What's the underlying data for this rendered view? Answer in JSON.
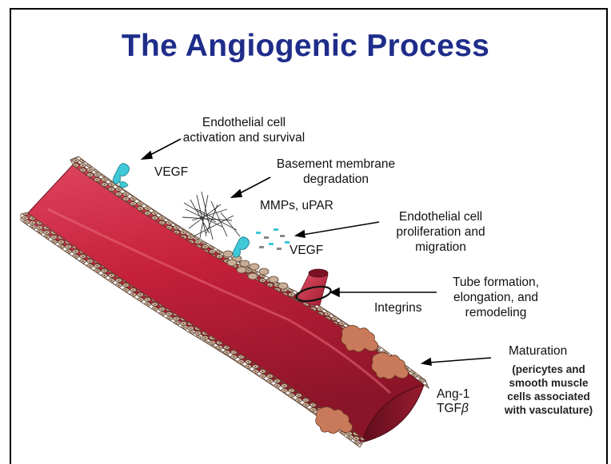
{
  "title": "The Angiogenic Process",
  "labels": {
    "activation": [
      "Endothelial cell",
      "activation and survival"
    ],
    "vegf_top": "VEGF",
    "basement": [
      "Basement membrane",
      "degradation"
    ],
    "mmps": "MMPs, uPAR",
    "proliferation": [
      "Endothelial cell",
      "proliferation and",
      "migration"
    ],
    "vegf_mid": "VEGF",
    "tube": [
      "Tube formation,",
      "elongation, and",
      "remodeling"
    ],
    "integrins": "Integrins",
    "maturation": "Maturation",
    "maturation_note": [
      "(pericytes and",
      "smooth muscle",
      "cells associated",
      "with vasculature)"
    ],
    "ang1": "Ang-1",
    "tgf_prefix": "TGF",
    "tgf_symbol": "β"
  },
  "colors": {
    "title": "#1f2d8a",
    "vessel": "#c4203a",
    "vessel_dark": "#7a1224",
    "cells": "#b89a82",
    "vegf": "#3fc8d8",
    "pericyte": "#c87a5a"
  }
}
